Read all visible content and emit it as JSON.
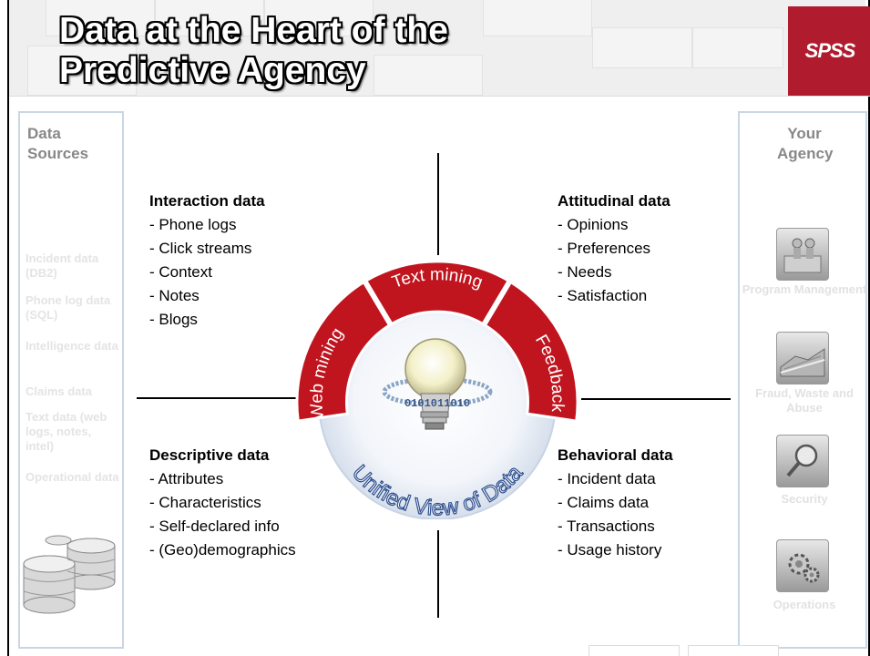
{
  "title": "Data at the Heart of the Predictive Agency",
  "logo": "SPSS",
  "colors": {
    "accent": "#b01c2e",
    "panel_border": "#c9d6e4",
    "wheel_text": "#2d4e8e"
  },
  "left_panel": {
    "title": "Data Sources",
    "items": [
      "Incident data (DB2)",
      "Phone log data (SQL)",
      "Intelligence data",
      "Claims data",
      "Text data (web logs, notes, intel)",
      "Operational data"
    ],
    "icon": "database-icon"
  },
  "right_panel": {
    "title": "Your Agency",
    "items": [
      {
        "label": "Program Management",
        "icon": "program-management-icon"
      },
      {
        "label": "Fraud, Waste and Abuse",
        "icon": "fraud-waste-abuse-icon"
      },
      {
        "label": "Security",
        "icon": "security-magnifier-icon"
      },
      {
        "label": "Operations",
        "icon": "operations-gears-icon"
      }
    ]
  },
  "quadrants": {
    "interaction": {
      "title": "Interaction data",
      "items": [
        "- Phone logs",
        "- Click streams",
        "- Context",
        "- Notes",
        "- Blogs"
      ]
    },
    "attitudinal": {
      "title": "Attitudinal data",
      "items": [
        "- Opinions",
        "- Preferences",
        "- Needs",
        "- Satisfaction"
      ]
    },
    "descriptive": {
      "title": "Descriptive data",
      "items": [
        "- Attributes",
        "- Characteristics",
        "- Self-declared info",
        "- (Geo)demographics"
      ]
    },
    "behavioral": {
      "title": "Behavioral data",
      "items": [
        "- Incident data",
        "- Claims data",
        "- Transactions",
        "- Usage history"
      ]
    }
  },
  "wheel": {
    "segments": [
      "Web mining",
      "Text mining",
      "Feedback"
    ],
    "center_label": "Unified View of Data",
    "bulb_icon": "lightbulb-binary-icon",
    "binary_text": "0101011010"
  }
}
